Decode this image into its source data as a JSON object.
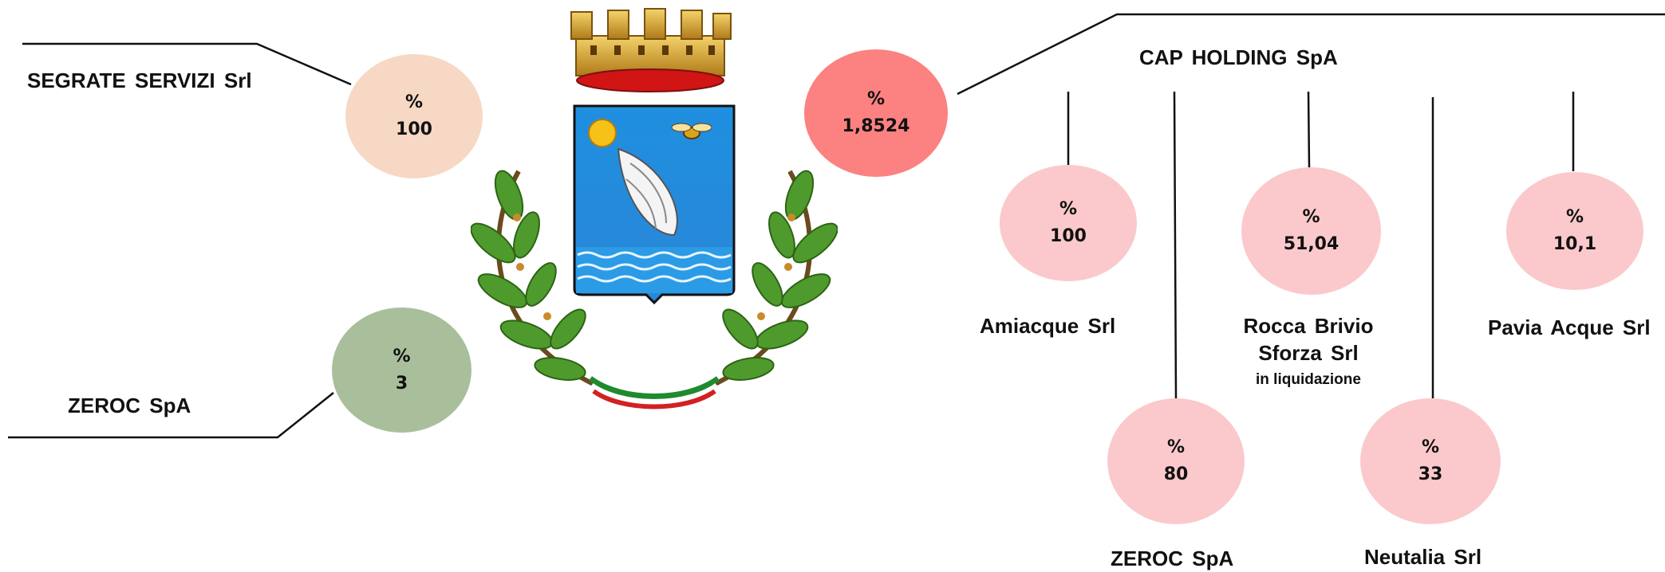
{
  "colors": {
    "segrate": "#f7d8c4",
    "zeroc_left": "#a9bf9c",
    "cap": "#fc8181",
    "subsidiary": "#fbc9cb",
    "line": "#111111"
  },
  "emblem": {
    "icon": "coat-of-arms-icon"
  },
  "left": {
    "segrate_servizi": {
      "name": "SEGRATE  SERVIZI Srl",
      "percent_symbol": "%",
      "value": "100"
    },
    "zeroc": {
      "name": "ZEROC SpA",
      "percent_symbol": "%",
      "value": "3"
    }
  },
  "cap_holding": {
    "name": "CAP HOLDING SpA",
    "percent_symbol": "%",
    "value": "1,8524"
  },
  "subsidiaries": {
    "amiacque": {
      "name": "Amiacque  Srl",
      "percent_symbol": "%",
      "value": "100"
    },
    "zeroc": {
      "name": "ZEROC SpA",
      "percent_symbol": "%",
      "value": "80"
    },
    "rocca_brivio": {
      "name_line1": "Rocca Brivio",
      "name_line2": "Sforza Srl",
      "note": "in liquidazione",
      "percent_symbol": "%",
      "value": "51,04"
    },
    "neutalia": {
      "name": "Neutalia  Srl",
      "percent_symbol": "%",
      "value": "33"
    },
    "pavia_acque": {
      "name": "Pavia  Acque Srl",
      "percent_symbol": "%",
      "value": "10,1"
    }
  }
}
